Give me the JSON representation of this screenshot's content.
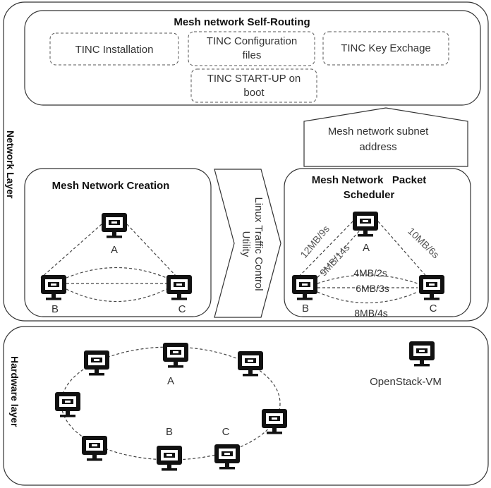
{
  "network_layer": {
    "label": "Network Layer",
    "self_routing": {
      "title": "Mesh network Self-Routing",
      "items": [
        [
          "TINC Installation"
        ],
        [
          "TINC Configuration",
          "files"
        ],
        [
          "TINC Key Exchage"
        ],
        [
          "TINC START-UP on",
          "boot"
        ]
      ]
    },
    "subnet_arrow": [
      "Mesh network subnet",
      "address"
    ],
    "creation": {
      "title": "Mesh Network Creation",
      "nodes": [
        "A",
        "B",
        "C"
      ]
    },
    "tc_arrow": [
      "Linux Traffic Control",
      "Utility"
    ],
    "scheduler": {
      "title": [
        "Mesh Network   Packet",
        "Scheduler"
      ],
      "nodes": [
        "A",
        "B",
        "C"
      ],
      "links": {
        "ab": "12MB/9s",
        "ab_inner": "9MB/14s",
        "ac": "10MB/6s",
        "bc_1": "4MB/2s",
        "bc_2": "6MB/3s",
        "bc_3": "8MB/4s"
      }
    }
  },
  "hardware_layer": {
    "label": "Hardware layer",
    "ring_labels": [
      "A",
      "B",
      "C"
    ],
    "legend": "OpenStack-VM"
  },
  "icons": {
    "monitor": "monitor-icon"
  }
}
